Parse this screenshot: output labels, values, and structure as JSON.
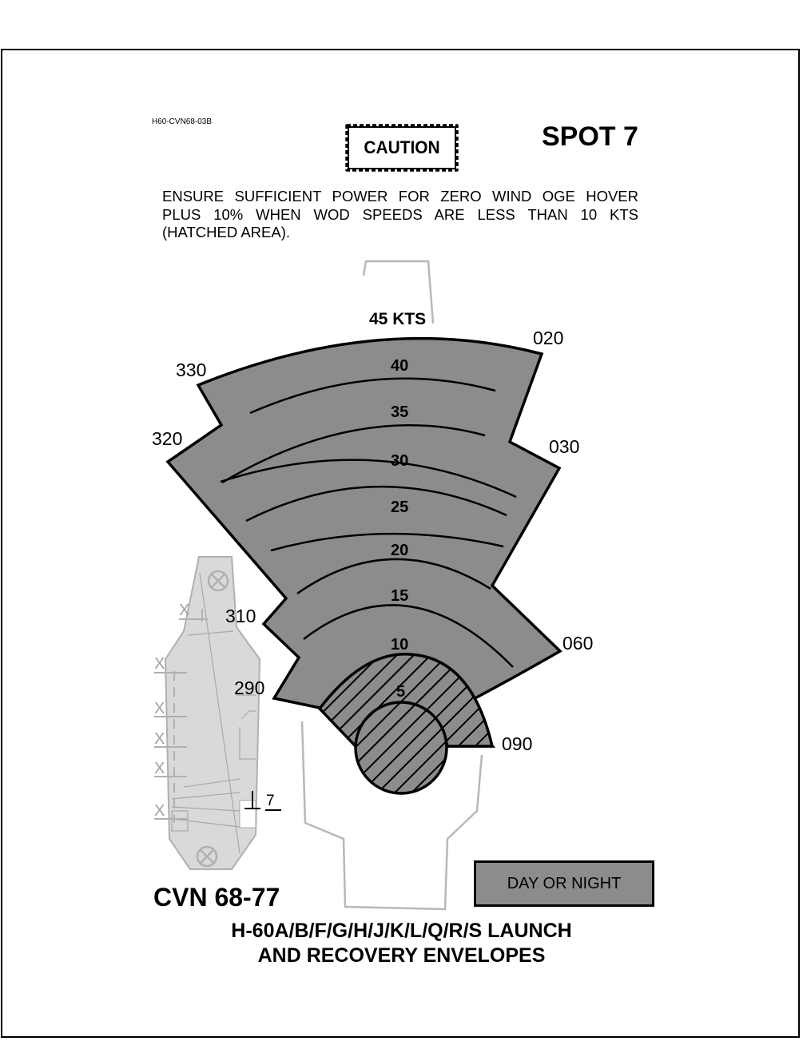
{
  "header": {
    "doc_id": "H60-CVN68-03B",
    "caution": "CAUTION",
    "spot": "SPOT 7"
  },
  "note": {
    "line1": "ENSURE SUFFICIENT POWER FOR ZERO WIND OGE HOVER",
    "line2": "PLUS 10% WHEN WOD SPEEDS ARE LESS THAN 10 KTS",
    "line3": "(HATCHED AREA)."
  },
  "envelope": {
    "speed_rings": [
      "45 KTS",
      "40",
      "35",
      "30",
      "25",
      "20",
      "15",
      "10",
      "5"
    ],
    "bearings": [
      "330",
      "020",
      "320",
      "030",
      "310",
      "060",
      "290",
      "090"
    ],
    "colors": {
      "envelope_fill": "#8c8c8c",
      "ship_fill": "#d9d9d9",
      "ship_outline": "#b0b0b0"
    }
  },
  "ship": {
    "spot_marker": "7",
    "crossed_circle_icon": "crossed-circle",
    "x_marks": [
      "X",
      "X",
      "X",
      "X",
      "X",
      "X"
    ]
  },
  "ship_class": "CVN 68-77",
  "condition": "DAY OR NIGHT",
  "footer": {
    "line1": "H-60A/B/F/G/H/J/K/L/Q/R/S LAUNCH",
    "line2": "AND RECOVERY ENVELOPES"
  }
}
